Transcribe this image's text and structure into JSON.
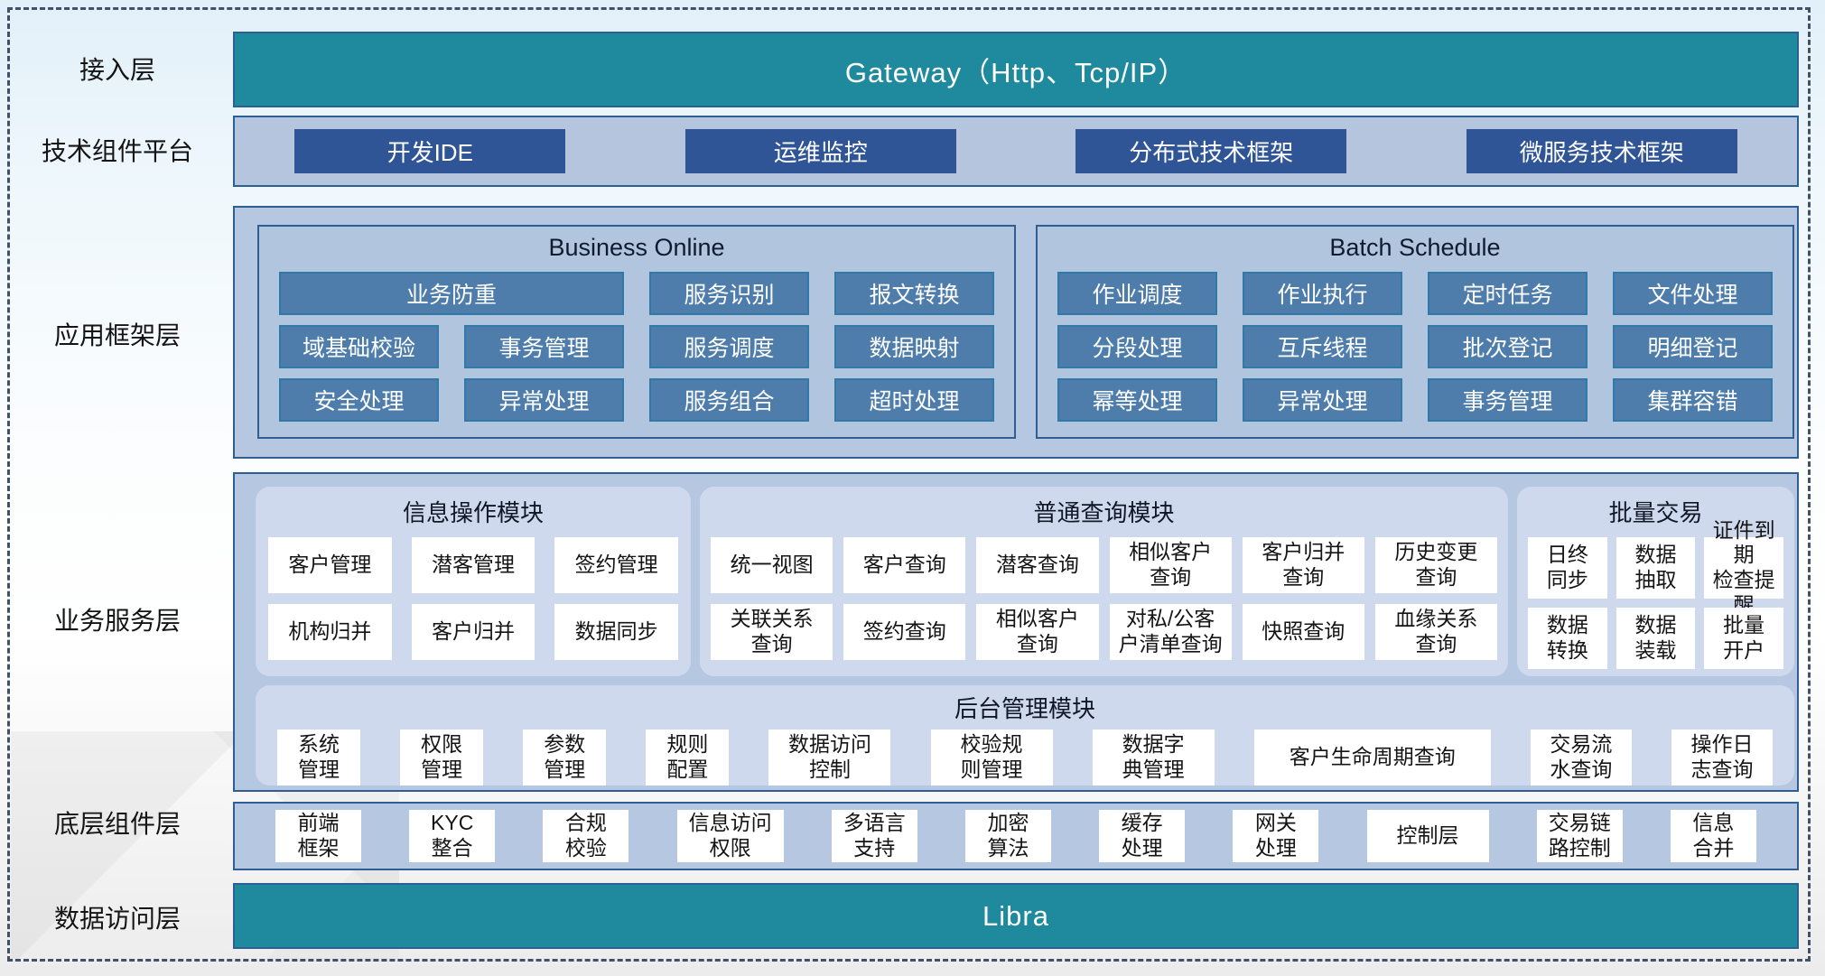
{
  "colors": {
    "teal_bar": "#1f8a9d",
    "dark_blue_button": "#2f5597",
    "steel_chip": "#4e7dac",
    "chip_border": "#2f7aa6",
    "container_border": "#2e5f94",
    "band_background": "#b6c8e1",
    "module_background": "#cfd9ee"
  },
  "access": {
    "label": "接入层",
    "gateway": "Gateway（Http、Tcp/IP）"
  },
  "tech": {
    "label": "技术组件平台",
    "items": [
      "开发IDE",
      "运维监控",
      "分布式技术框架",
      "微服务技术框架"
    ]
  },
  "app": {
    "label": "应用框架层",
    "business_online": {
      "title": "Business Online",
      "items": [
        {
          "label": "业务防重",
          "cls": "span2"
        },
        "服务识别",
        "报文转换",
        "域基础校验",
        "事务管理",
        "服务调度",
        "数据映射",
        "安全处理",
        "异常处理",
        "服务组合",
        "超时处理"
      ]
    },
    "batch_schedule": {
      "title": "Batch Schedule",
      "items": [
        "作业调度",
        "作业执行",
        "定时任务",
        "文件处理",
        "分段处理",
        "互斥线程",
        "批次登记",
        "明细登记",
        "幂等处理",
        "异常处理",
        "事务管理",
        "集群容错"
      ]
    }
  },
  "biz": {
    "label": "业务服务层",
    "info_ops": {
      "title": "信息操作模块",
      "items": [
        "客户管理",
        "潜客管理",
        "签约管理",
        "机构归并",
        "客户归并",
        "数据同步"
      ]
    },
    "common_query": {
      "title": "普通查询模块",
      "items": [
        "统一视图",
        "客户查询",
        "潜客查询",
        "相似客户\n查询",
        "客户归并\n查询",
        "历史变更\n查询",
        "关联关系\n查询",
        "签约查询",
        "相似客户\n查询",
        "对私/公客\n户清单查询",
        "快照查询",
        "血缘关系\n查询"
      ]
    },
    "batch_trade": {
      "title": "批量交易",
      "items": [
        "日终\n同步",
        "数据\n抽取",
        "证件到期\n检查提醒",
        "数据\n转换",
        "数据\n装载",
        "批量\n开户"
      ]
    },
    "admin": {
      "title": "后台管理模块",
      "items": [
        {
          "label": "系统\n管理"
        },
        {
          "label": "权限\n管理"
        },
        {
          "label": "参数\n管理"
        },
        {
          "label": "规则\n配置"
        },
        {
          "label": "数据访问\n控制",
          "cls": "w-m"
        },
        {
          "label": "校验规\n则管理",
          "cls": "w-m"
        },
        {
          "label": "数据字\n典管理",
          "cls": "w-m"
        },
        {
          "label": "客户生命周期查询",
          "cls": "w-l"
        },
        {
          "label": "交易流\n水查询",
          "cls": "w-sm"
        },
        {
          "label": "操作日\n志查询",
          "cls": "w-sm"
        }
      ]
    }
  },
  "base": {
    "label": "底层组件层",
    "items": [
      "前端\n框架",
      "KYC\n整合",
      "合规\n校验",
      {
        "label": "信息访问\n权限",
        "cls": "w-m2"
      },
      "多语言\n支持",
      "加密\n算法",
      "缓存\n处理",
      "网关\n处理",
      {
        "label": "控制层",
        "cls": "w-ctl"
      },
      "交易链\n路控制",
      "信息\n合并"
    ]
  },
  "data_access": {
    "label": "数据访问层",
    "bar": "Libra"
  }
}
